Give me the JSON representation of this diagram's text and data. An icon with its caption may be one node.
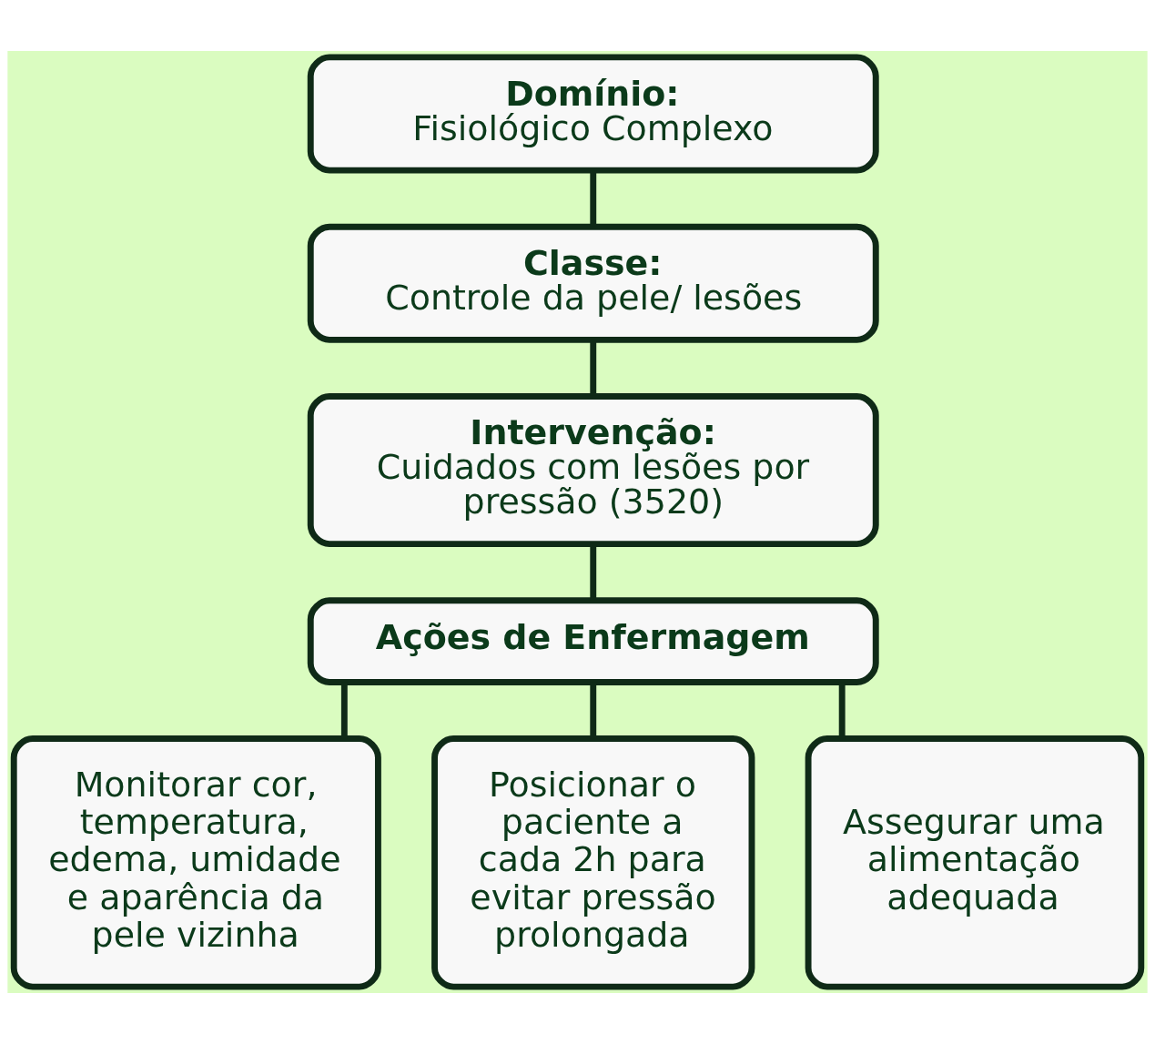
{
  "diagram": {
    "nodes": [
      {
        "text": [
          "Domínio:",
          "Fisiológico Complexo"
        ]
      },
      {
        "text": [
          "Classe:",
          "Controle da pele/ lesões"
        ]
      },
      {
        "text": [
          "Intervenção:",
          "Cuidados com lesões por pressão (3520)"
        ]
      },
      {
        "text": [
          "Ações de Enfermagem"
        ]
      },
      {
        "text": [
          "Monitorar cor, temperatura, edema, umidade e aparência da pele vizinha"
        ]
      },
      {
        "text": [
          "Posicionar o paciente a cada 2h para evitar pressão prolongada"
        ]
      },
      {
        "text": [
          "Assegurar uma alimentação adequada"
        ]
      }
    ],
    "edges": [
      {
        "from": 0,
        "to": 1,
        "arrow": "none"
      },
      {
        "from": 1,
        "to": 2,
        "arrow": "none"
      },
      {
        "from": 2,
        "to": 3,
        "arrow": "none"
      },
      {
        "from": 3,
        "to": 4,
        "arrow": "none"
      },
      {
        "from": 3,
        "to": 5,
        "arrow": "none"
      },
      {
        "from": 3,
        "to": 6,
        "arrow": "none"
      }
    ]
  }
}
